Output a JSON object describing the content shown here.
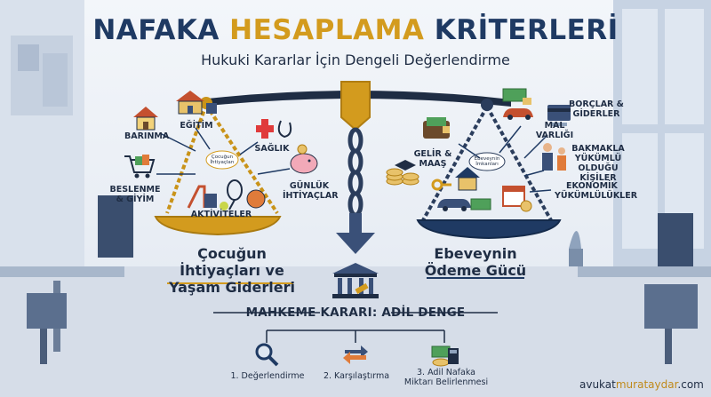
{
  "title": {
    "word1": "NAFAKA",
    "word2": "HESAPLAMA",
    "word3": "KRİTERLERİ"
  },
  "subtitle": "Hukuki Kararlar İçin Dengeli Değerlendirme",
  "left_pan": {
    "center_label": "Çocuğun İhtiyaçları",
    "title": "Çocuğun İhtiyaçları ve Yaşam Giderleri",
    "items": [
      {
        "label": "BARINMA",
        "icon": "house-icon"
      },
      {
        "label": "EĞİTİM",
        "icon": "school-icon"
      },
      {
        "label": "SAĞLIK",
        "icon": "health-icon"
      },
      {
        "label": "BESLENME & GİYİM",
        "icon": "shopping-cart-icon"
      },
      {
        "label": "GÜNLÜK İHTİYAÇLAR",
        "icon": "piggy-bank-icon"
      },
      {
        "label": "AKTİVİTELER",
        "icon": "sports-icon"
      }
    ]
  },
  "right_pan": {
    "center_label": "Ebeveynin İmkanları",
    "title": "Ebeveynin Ödeme Gücü",
    "items": [
      {
        "label": "GELİR & MAAŞ",
        "icon": "wallet-icon"
      },
      {
        "label": "MAL VARLIĞI",
        "icon": "assets-icon"
      },
      {
        "label": "BORÇLAR & GİDERLER",
        "icon": "credit-card-icon"
      },
      {
        "label": "BAKMAKLA YÜKÜMLÜ OLDUĞU KİŞİLER",
        "icon": "family-icon"
      },
      {
        "label": "EKONOMİK YÜKÜMLÜLÜKLER",
        "icon": "calendar-icon"
      }
    ]
  },
  "decision": {
    "title": "MAHKEME KARARI: ADİL DENGE",
    "steps": [
      {
        "label": "1. Değerlendirme",
        "icon": "magnifier-icon"
      },
      {
        "label": "2. Karşılaştırma",
        "icon": "compare-arrows-icon"
      },
      {
        "label": "3. Adil Nafaka Miktarı Belirlenmesi",
        "icon": "money-calculator-icon"
      }
    ]
  },
  "footer": {
    "prefix": "avukat",
    "brand": "murataydar",
    "suffix": ".com"
  },
  "colors": {
    "navy": "#1f3a63",
    "gold": "#d39b1e",
    "dark": "#1f2d44",
    "chain": "#2b3d5c"
  }
}
